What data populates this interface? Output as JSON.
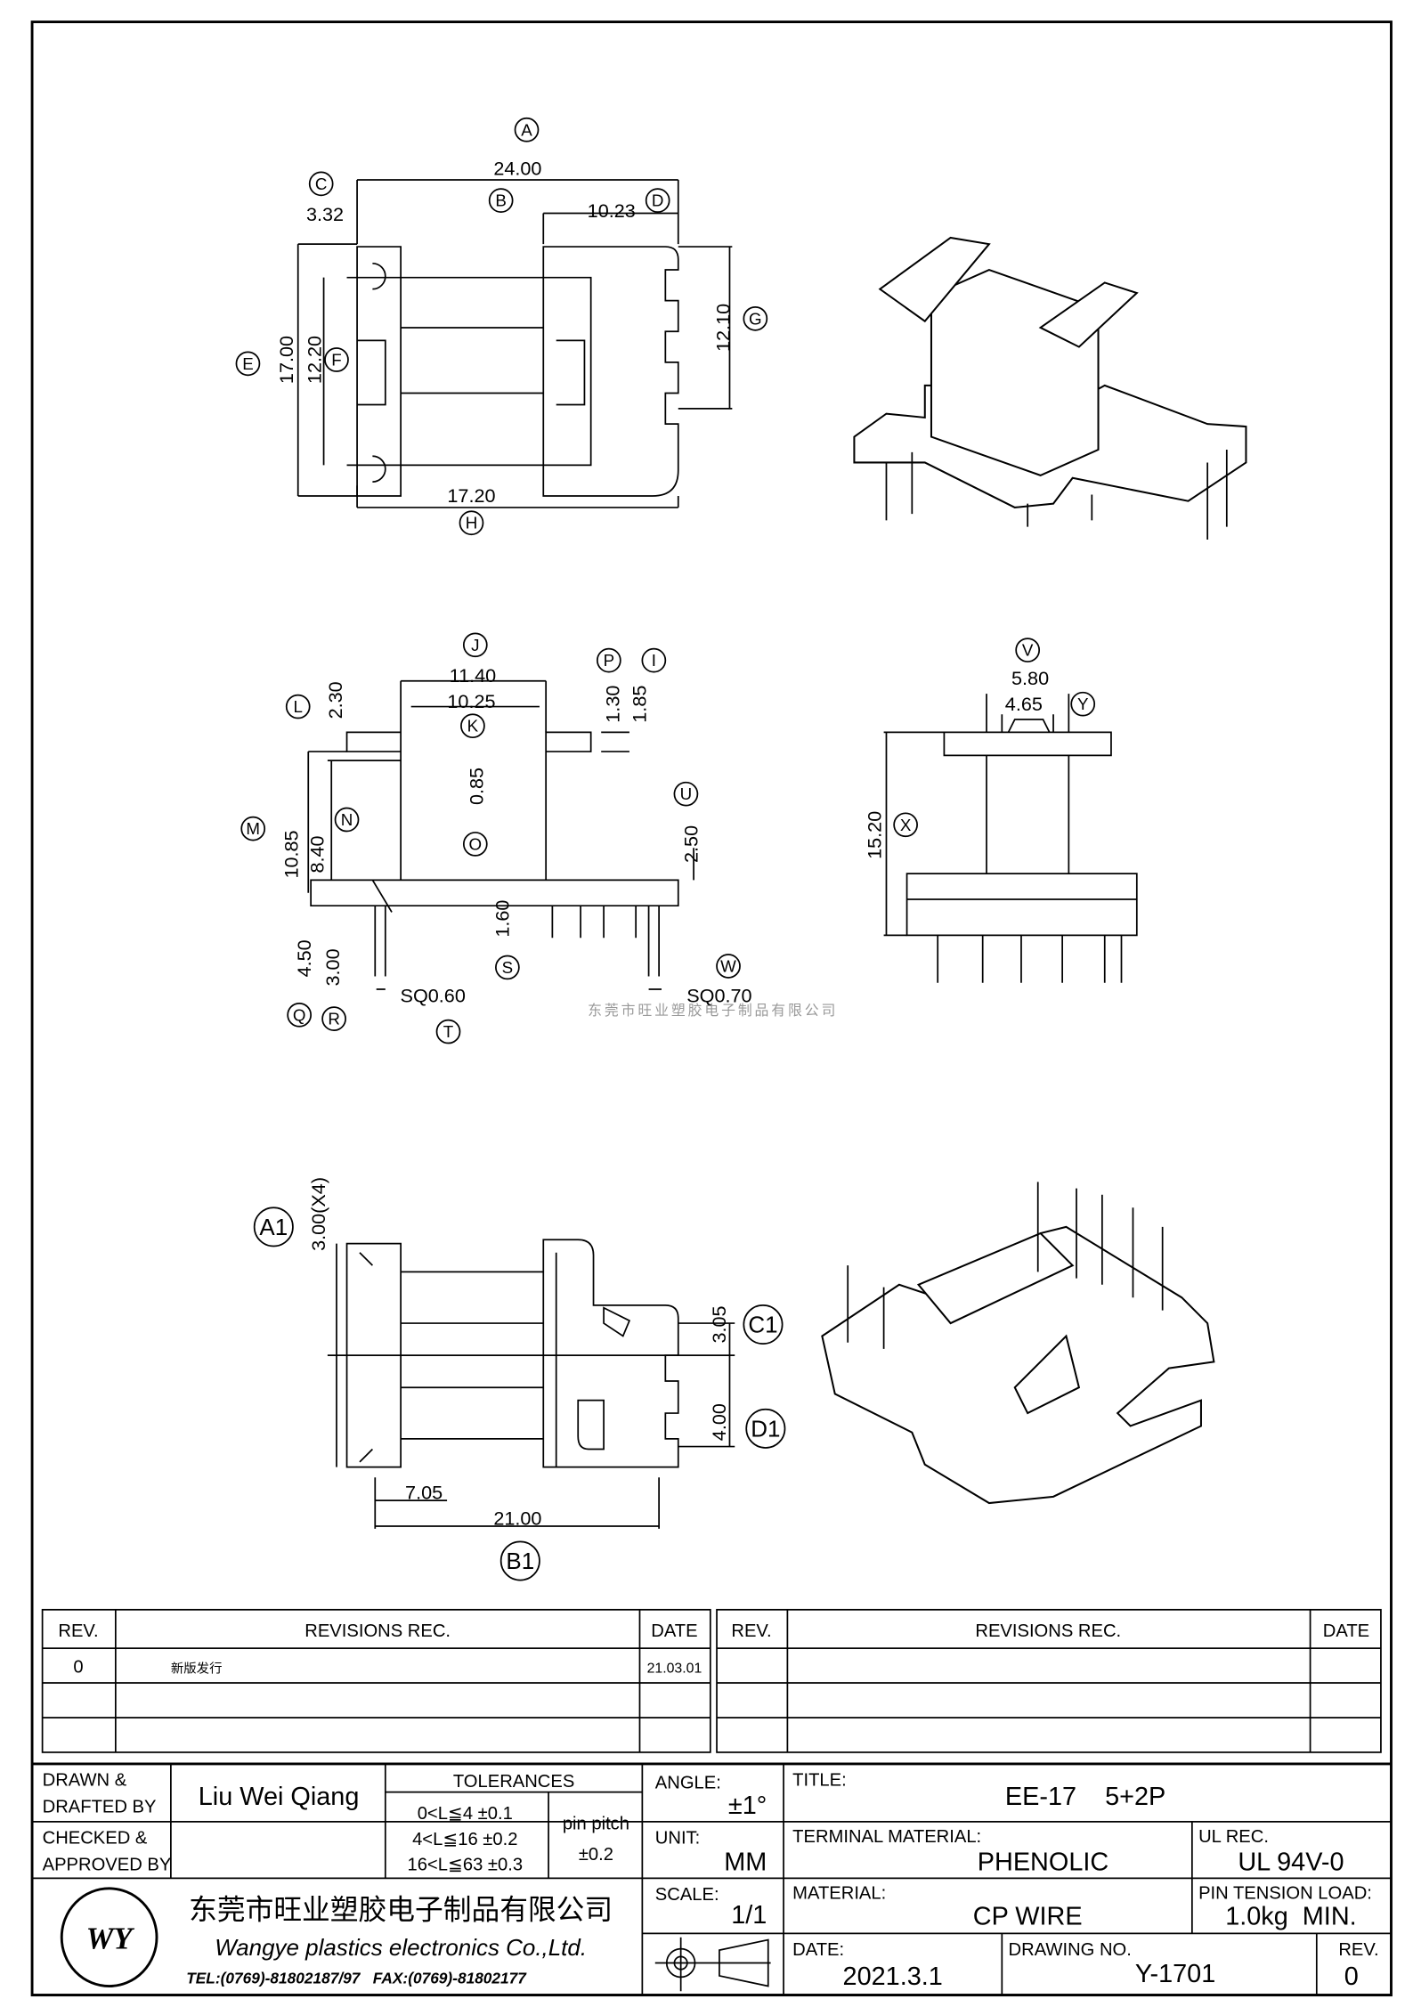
{
  "watermark": "东莞市旺业塑胶电子制品有限公司",
  "callouts": {
    "A": "A",
    "B": "B",
    "C": "C",
    "D": "D",
    "E": "E",
    "F": "F",
    "G": "G",
    "H": "H",
    "I": "I",
    "J": "J",
    "K": "K",
    "L": "L",
    "M": "M",
    "N": "N",
    "O": "O",
    "P": "P",
    "Q": "Q",
    "R": "R",
    "S": "S",
    "T": "T",
    "U": "U",
    "V": "V",
    "W": "W",
    "X": "X",
    "Y": "Y",
    "A1": "A1",
    "B1": "B1",
    "C1": "C1",
    "D1": "D1"
  },
  "dimensions": {
    "top": {
      "A": "24.00",
      "C": "3.32",
      "D": "10.23",
      "E": "17.00",
      "F": "12.20",
      "G": "12.10",
      "H": "17.20"
    },
    "side": {
      "J": "11.40",
      "K": "10.25",
      "L": "2.30",
      "P": "1.30",
      "I": "1.85",
      "O": "0.85",
      "M": "10.85",
      "N": "8.40",
      "U": "2.50",
      "S": "1.60",
      "Q": "4.50",
      "R": "3.00",
      "T": "SQ0.60",
      "W": "SQ0.70"
    },
    "end": {
      "V": "5.80",
      "Y": "4.65",
      "X": "15.20"
    },
    "bottom": {
      "A1": "3.00(X4)",
      "C1": "3.05",
      "D1": "4.00",
      "lead": "7.05",
      "B1": "21.00"
    }
  },
  "revisions": {
    "headers": {
      "rev": "REV.",
      "rec": "REVISIONS   REC.",
      "date": "DATE"
    },
    "rows": [
      {
        "rev": "0",
        "rec": "新版发行",
        "date": "21.03.01"
      }
    ]
  },
  "title_block": {
    "drawn_label_1": "DRAWN &",
    "drawn_label_2": "DRAFTED BY",
    "drawn_by": "Liu Wei Qiang",
    "checked_label_1": "CHECKED &",
    "checked_label_2": "APPROVED BY",
    "tolerances_label": "TOLERANCES",
    "tol_1": "0<L≦4   ±0.1",
    "tol_2": "4<L≦16  ±0.2",
    "tol_3": "16<L≦63  ±0.3",
    "pin_pitch_label": "pin pitch",
    "pin_pitch": "±0.2",
    "angle_label": "ANGLE:",
    "angle": "±1°",
    "unit_label": "UNIT:",
    "unit": "MM",
    "scale_label": "SCALE:",
    "scale": "1/1",
    "title_label": "TITLE:",
    "title": "EE-17    5+2P",
    "terminal_label": "TERMINAL MATERIAL:",
    "terminal": "PHENOLIC",
    "ul_label": "UL REC.",
    "ul": "UL 94V-0",
    "material_label": "MATERIAL:",
    "material": "CP WIRE",
    "tension_label": "PIN TENSION LOAD:",
    "tension": "1.0kg  MIN.",
    "date_label": "DATE:",
    "date": "2021.3.1",
    "drawing_label": "DRAWING NO.",
    "drawing_no": "Y-1701",
    "rev_label": "REV.",
    "rev": "0",
    "company_cn": "东莞市旺业塑胶电子制品有限公司",
    "company_en": "Wangye plastics electronics Co.,Ltd.",
    "contact": "TEL:(0769)-81802187/97   FAX:(0769)-81802177",
    "logo": "WY"
  }
}
